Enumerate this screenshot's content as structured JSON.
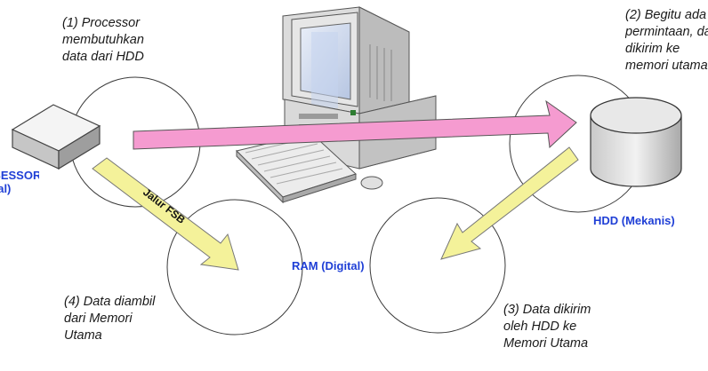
{
  "notes": {
    "step1": [
      "(1) Processor",
      "membutuhkan",
      "data dari HDD"
    ],
    "step2": [
      "(2) Begitu ada",
      "permintaan, data",
      "dikirim ke",
      "memori utama"
    ],
    "step3": [
      "(3) Data dikirim",
      "oleh HDD ke",
      "Memori Utama"
    ],
    "step4": [
      "(4) Data diambil",
      "dari Memori",
      "Utama"
    ]
  },
  "labels": {
    "processor": [
      "PROSESSOR",
      "(Digital)"
    ],
    "hdd": "HDD (Mekanis)",
    "ram": "RAM (Digital)",
    "fsb": "Jalur FSB"
  },
  "colors": {
    "label_blue": "#1f3fd6",
    "pink_arrow": "#f59bd0",
    "yellow_arrow": "#f4f29a",
    "circle_stroke": "#3a3a3a"
  },
  "icons": {
    "processor": "processor-chip-icon",
    "computer": "desktop-computer-icon",
    "hdd": "hard-disk-cylinder-icon"
  }
}
